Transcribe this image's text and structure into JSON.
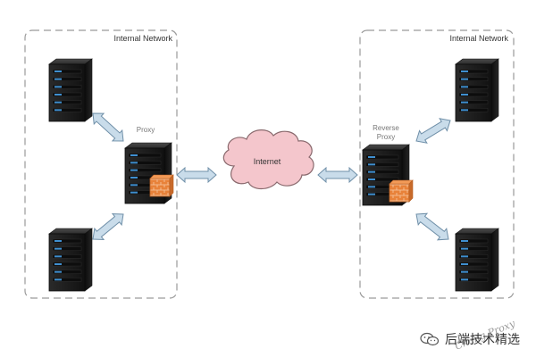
{
  "left_zone": {
    "label": "Internal Network"
  },
  "right_zone": {
    "label": "Internal Network"
  },
  "proxy": {
    "label": "Proxy"
  },
  "reverse_proxy": {
    "label_line1": "Reverse",
    "label_line2": "Proxy"
  },
  "internet": {
    "label": "Internet"
  },
  "signature": "Chang Proxy",
  "footer": {
    "text": "后端技术精选",
    "icon": "wechat-icon"
  },
  "colors": {
    "cloud_fill": "#f4c6cc",
    "cloud_stroke": "#8a6a6e",
    "arrow_fill": "#c9dcea",
    "arrow_stroke": "#6f8fa8",
    "server_body": "#1e1e1e",
    "server_light": "#3f8fd0",
    "firewall": "#e8823a",
    "zone_border": "#9a9a9a"
  }
}
